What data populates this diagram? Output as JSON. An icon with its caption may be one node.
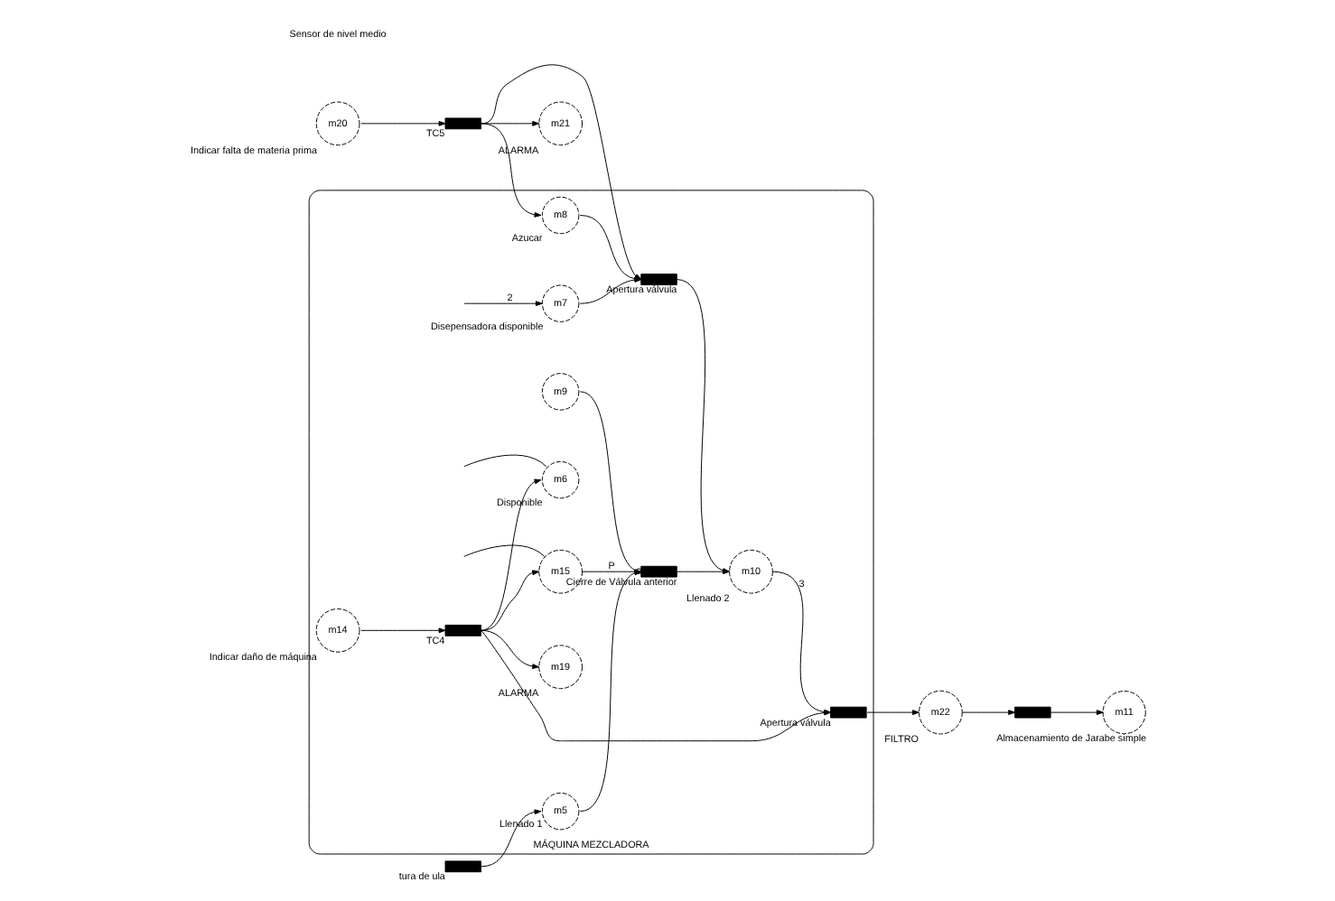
{
  "diagram": {
    "nodes": [
      {
        "text": [
          "MÁQUINA MEZCLADORA"
        ]
      },
      {
        "text": [
          "m20"
        ],
        "beside": [
          "Indicar falta de materia prima"
        ]
      },
      {
        "text": [
          "m7"
        ],
        "in": 0,
        "beside": [
          "Disepensadora disponible"
        ]
      },
      {
        "text": [
          "m8"
        ],
        "in": 0,
        "beside": [
          "Azucar"
        ]
      },
      {
        "text": [],
        "shape": "bar",
        "beside": [
          "TC5"
        ]
      },
      {
        "text": [
          "m21"
        ],
        "beside": [
          "ALARMA"
        ]
      },
      {
        "text": [],
        "shape": "bar",
        "in": 0,
        "beside": [
          "Apertura válvula"
        ]
      },
      {
        "text": [
          "m9"
        ],
        "in": 0
      },
      {
        "text": [],
        "shape": "bar",
        "beside": [
          "tura de ula"
        ]
      },
      {
        "text": [
          "m5"
        ],
        "in": 0,
        "beside": [
          "Llenado 1"
        ]
      },
      {
        "text": [],
        "shape": "bar",
        "in": 0,
        "beside": [
          "Cierre de Válvula anterior"
        ]
      },
      {
        "text": [
          "m10"
        ],
        "in": 0,
        "beside": [
          "Llenado 2"
        ]
      },
      {
        "text": [],
        "shape": "bar",
        "in": 0,
        "beside": [
          "Apertura válvula"
        ]
      },
      {
        "text": [
          "m22"
        ],
        "beside": [
          "FILTRO"
        ]
      },
      {
        "text": [],
        "shape": "bar"
      },
      {
        "text": [
          "m11"
        ],
        "beside": [
          "Almacenamiento de Jarabe simple"
        ]
      },
      {
        "text": [
          "m6"
        ],
        "in": 0,
        "beside": [
          "Disponible"
        ]
      },
      {
        "text": [
          "m14"
        ],
        "in": 0,
        "beside": [
          "Indicar daño de máquina"
        ]
      },
      {
        "text": [],
        "shape": "bar",
        "in": 0,
        "beside": [
          "TC4"
        ]
      },
      {
        "text": [
          "m19"
        ],
        "in": 0,
        "beside": [
          "ALARMA"
        ]
      },
      {
        "text": [
          "m15"
        ],
        "in": 0
      }
    ],
    "edges": [
      {
        "from": null,
        "to": 2,
        "arrow": "to",
        "label": "2"
      },
      {
        "from": 1,
        "to": 4,
        "arrow": "to"
      },
      {
        "from": 4,
        "to": 3,
        "arrow": "to"
      },
      {
        "from": 4,
        "to": 5,
        "arrow": "to"
      },
      {
        "from": 4,
        "to": 6,
        "arrow": "to"
      },
      {
        "from": 2,
        "to": 6,
        "arrow": "to"
      },
      {
        "from": 3,
        "to": 6,
        "arrow": "to"
      },
      {
        "from": 6,
        "to": 11,
        "arrow": "to"
      },
      {
        "from": 8,
        "to": 9,
        "arrow": "to"
      },
      {
        "from": 9,
        "to": 10,
        "arrow": "to"
      },
      {
        "from": 7,
        "to": 10,
        "arrow": "other"
      },
      {
        "from": 10,
        "to": 11,
        "arrow": "to"
      },
      {
        "from": 11,
        "to": 12,
        "arrow": "to",
        "label": "3"
      },
      {
        "from": 12,
        "to": 13,
        "arrow": "to"
      },
      {
        "from": 13,
        "to": 14,
        "arrow": "to"
      },
      {
        "from": 14,
        "to": 15,
        "arrow": "to"
      },
      {
        "from": 17,
        "to": 18,
        "arrow": "to"
      },
      {
        "from": 18,
        "to": 19,
        "arrow": "to"
      },
      {
        "from": 18,
        "to": 20,
        "arrow": "to"
      },
      {
        "from": 18,
        "to": 12,
        "arrow": "to"
      },
      {
        "from": 18,
        "to": 16,
        "arrow": "to"
      },
      {
        "from": 16,
        "to": null,
        "arrow": "none"
      },
      {
        "from": 20,
        "to": null,
        "arrow": "none"
      },
      {
        "from": 20,
        "to": 10,
        "arrow": "to",
        "label": "P"
      }
    ],
    "labels": [
      "Sensor de nivel medio"
    ]
  }
}
